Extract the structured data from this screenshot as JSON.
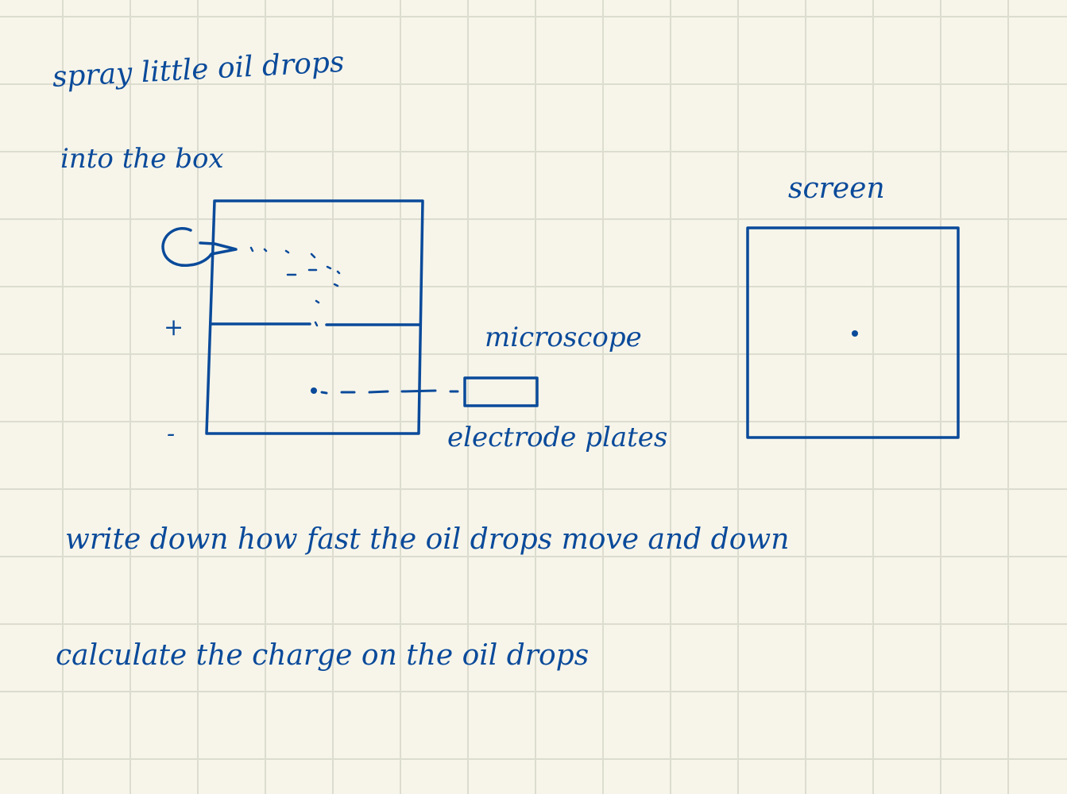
{
  "notes": {
    "line1": "spray little oil drops",
    "line2": "into the box",
    "line3": "write down how fast the oil drops move and down",
    "line4": "calculate the charge on the oil drops"
  },
  "labels": {
    "screen": "screen",
    "microscope": "microscope",
    "electrode_plates": "electrode plates",
    "plus": "+",
    "minus": "-"
  },
  "colors": {
    "ink": "#0a4a9a",
    "paper": "#f7f5ea",
    "grid": "#dcdccf"
  }
}
